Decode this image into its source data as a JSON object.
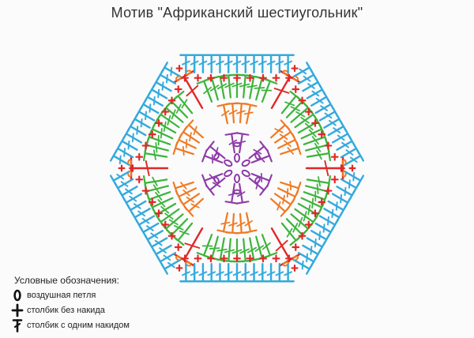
{
  "title": "Мотив \"Африканский шестиугольник\"",
  "legend": {
    "heading": "Условные обозначения:",
    "items": [
      {
        "icon": "chain-stitch-icon",
        "label": "воздушная петля"
      },
      {
        "icon": "single-crochet-icon",
        "label": "столбик без накида"
      },
      {
        "icon": "double-crochet-icon",
        "label": "столбик с одним накидом"
      }
    ]
  },
  "colors": {
    "ring": "#8e3aa8",
    "round2": "#f07a22",
    "round3": "#3cb43c",
    "joins": "#e02828",
    "outer": "#33aadd",
    "ink": "#111111"
  }
}
